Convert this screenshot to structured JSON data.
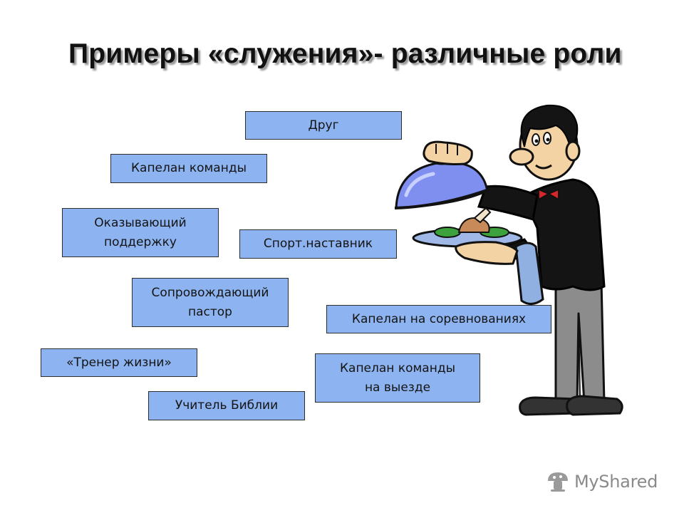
{
  "slide": {
    "title": "Примеры «служения»- различные роли"
  },
  "roles": [
    {
      "id": "friend",
      "label": "Друг"
    },
    {
      "id": "team-chaplain",
      "label": "Капелан команды"
    },
    {
      "id": "supporter",
      "label": "Оказывающий\nподдержку"
    },
    {
      "id": "sport-mentor",
      "label": "Спорт.наставник"
    },
    {
      "id": "accompanying-pastor",
      "label": "Сопровождающий\nпастор"
    },
    {
      "id": "competition-chaplain",
      "label": "Капелан на соревнованиях"
    },
    {
      "id": "life-coach",
      "label": "«Тренер жизни»"
    },
    {
      "id": "away-team-chaplain",
      "label": "Капелан команды\nна выезде"
    },
    {
      "id": "bible-teacher",
      "label": "Учитель Библии"
    }
  ],
  "colors": {
    "box_fill": "#8db4f0",
    "box_border": "#2d2d2d",
    "title_text": "#111111"
  },
  "illustration": {
    "subject": "waiter-holding-cloche-icon"
  },
  "watermark": {
    "text": "MyShared",
    "icon": "mushroom-logo-icon"
  }
}
